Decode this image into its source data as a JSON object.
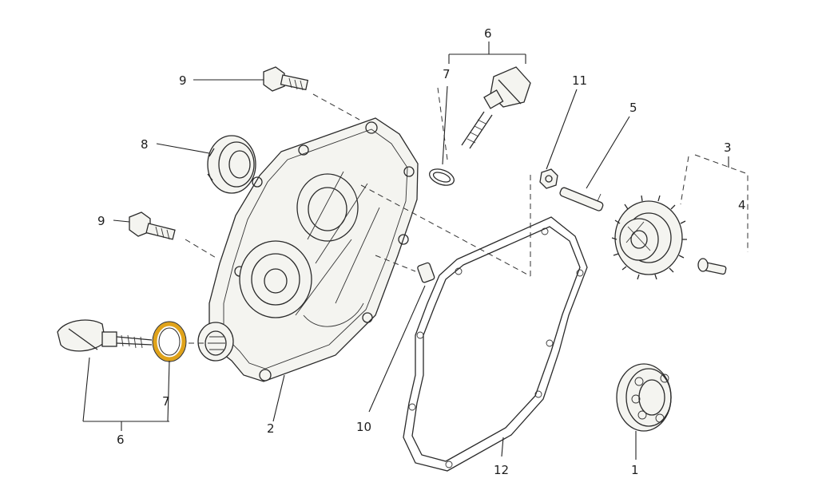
{
  "diagram": {
    "callouts": {
      "c1": "1",
      "c2": "2",
      "c3": "3",
      "c3_dots": "4",
      "c5": "5",
      "c6_top": "6",
      "c6_bottom": "6",
      "c7_top": "7",
      "c7_bottom": "7",
      "c8": "8",
      "c9_top": "9",
      "c9_mid": "9",
      "c10": "10",
      "c11": "11",
      "c12": "12"
    },
    "highlight_color": "#e0a31a",
    "line_color": "#2a2a2a"
  }
}
